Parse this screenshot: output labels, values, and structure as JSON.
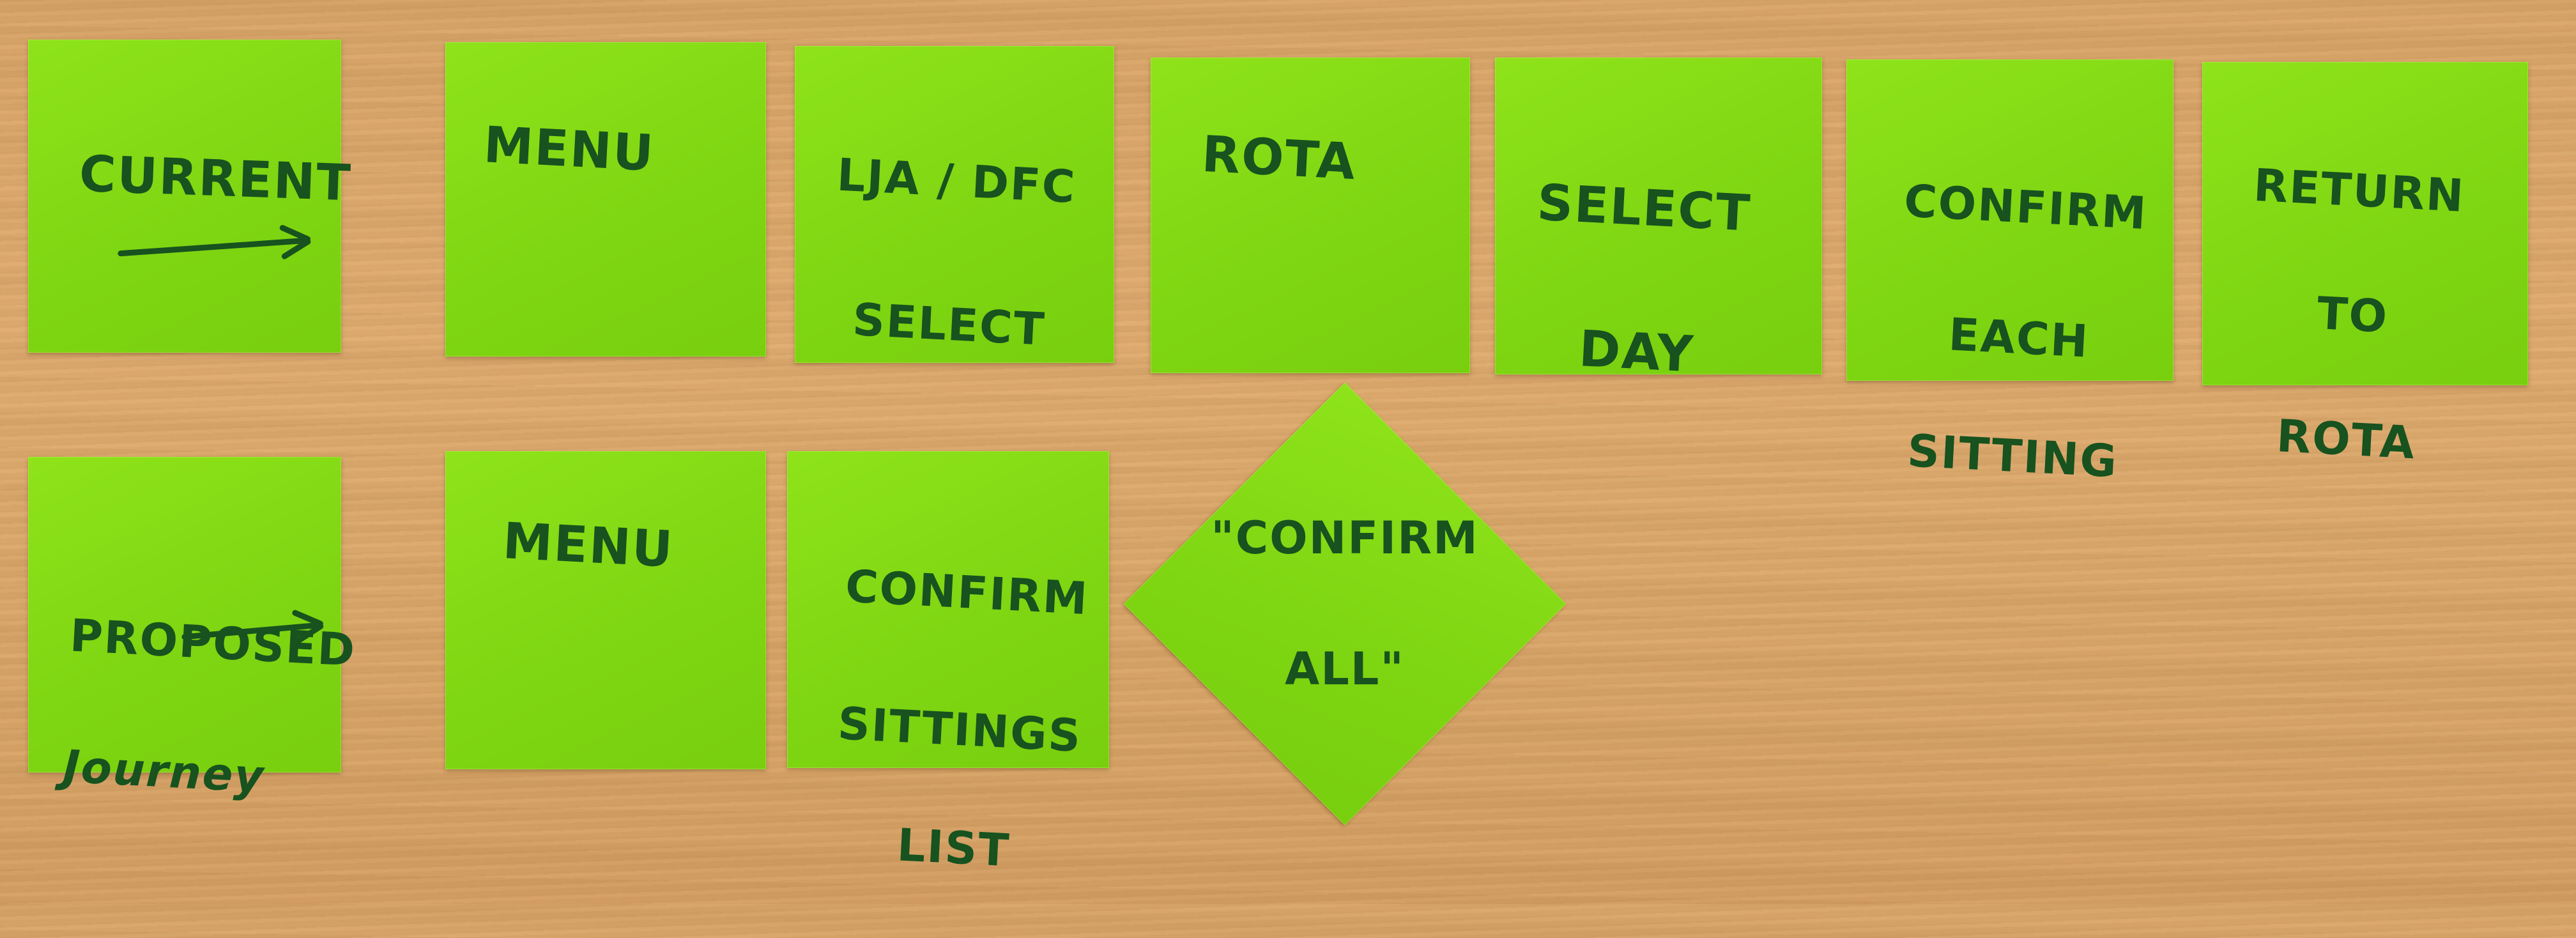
{
  "notes": {
    "current": {
      "label": "Current"
    },
    "menu_1": {
      "label": "Menu"
    },
    "lja_dfc": {
      "line1": "LJA / DFC",
      "line2": "Select"
    },
    "rota": {
      "label": "Rota"
    },
    "select_day": {
      "line1": "Select",
      "line2": "Day"
    },
    "confirm_each": {
      "line1": "Confirm",
      "line2": "each",
      "line3": "sitting"
    },
    "return_rota": {
      "line1": "Return",
      "line2": "to",
      "line3": "Rota"
    },
    "proposed": {
      "line1": "Proposed",
      "line2": "Journey"
    },
    "menu_2": {
      "label": "Menu"
    },
    "confirm_list": {
      "line1": "Confirm",
      "line2": "Sittings",
      "line3": "List"
    },
    "confirm_all": {
      "line1": "\"Confirm",
      "line2": "All\""
    }
  },
  "colors": {
    "sticky_note": "#7fd612",
    "marker_ink": "#17521f",
    "desk_wood": "#dcaa6d"
  },
  "icons": {
    "current_arrow": "right-arrow-icon",
    "proposed_arrow": "right-arrow-icon"
  }
}
